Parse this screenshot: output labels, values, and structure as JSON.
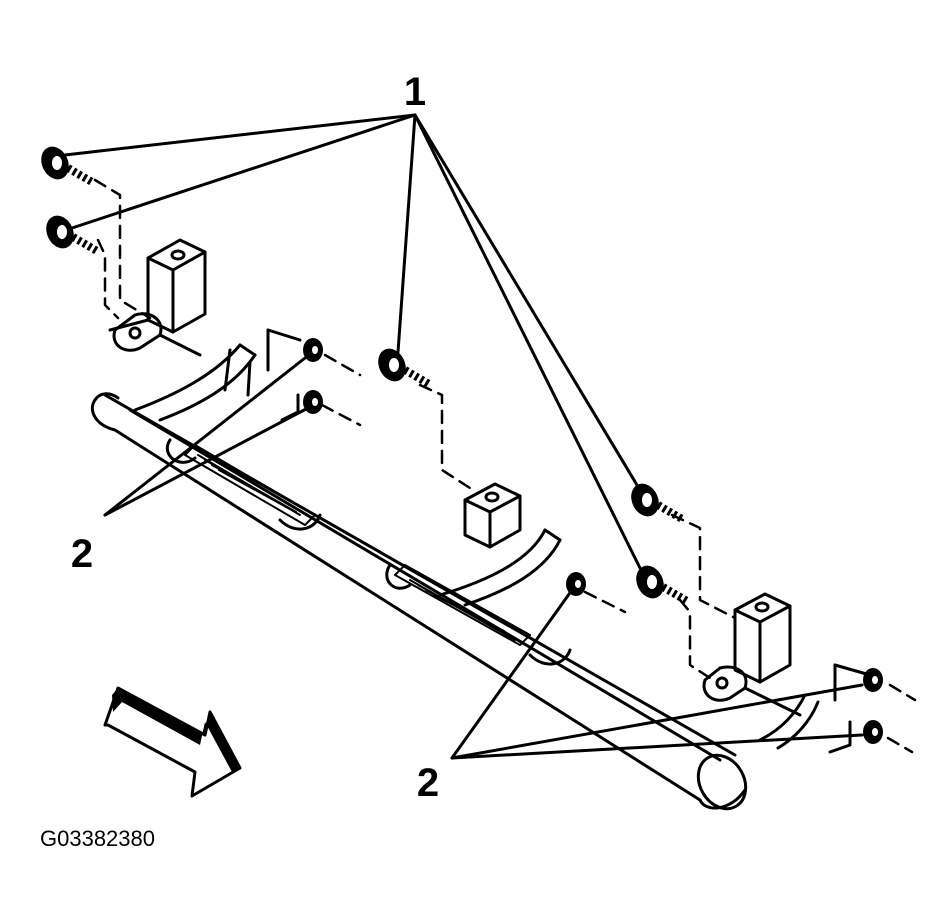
{
  "callouts": {
    "fasteners_bolts": "1",
    "fasteners_nuts_left": "2",
    "fasteners_nuts_right": "2"
  },
  "figure_id": "G03382380",
  "colors": {
    "ink": "#000000",
    "paper": "#ffffff"
  }
}
